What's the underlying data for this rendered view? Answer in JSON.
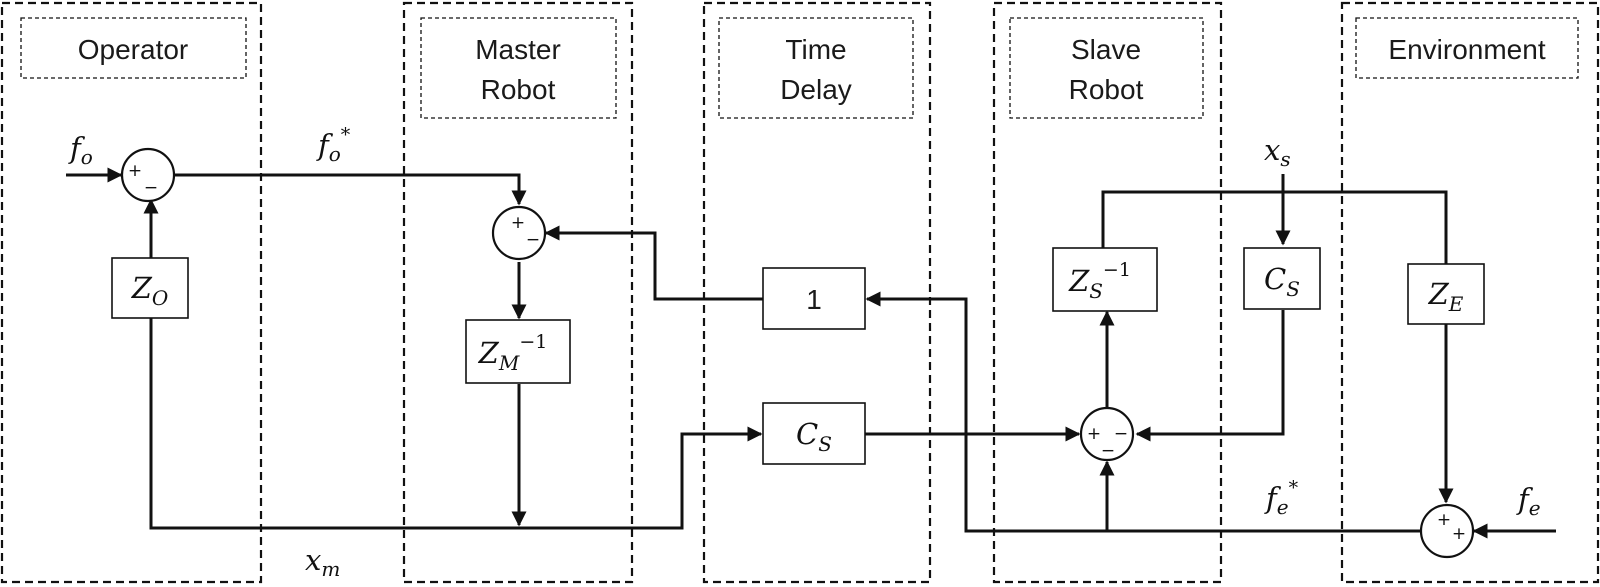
{
  "sections": {
    "operator": "Operator",
    "master": [
      "Master",
      "Robot"
    ],
    "delay": [
      "Time",
      "Delay"
    ],
    "slave": [
      "Slave",
      "Robot"
    ],
    "environment": "Environment"
  },
  "blocks": {
    "zo": {
      "base": "Z",
      "sub": "O"
    },
    "zm_inv": {
      "base": "Z",
      "sub": "M",
      "sup": "−1"
    },
    "unity": "1",
    "cs_delay": {
      "base": "C",
      "sub": "S"
    },
    "zs_inv": {
      "base": "Z",
      "sub": "S",
      "sup": "−1"
    },
    "cs_slave": {
      "base": "C",
      "sub": "S"
    },
    "ze": {
      "base": "Z",
      "sub": "E"
    }
  },
  "signals": {
    "fo": {
      "base": "f",
      "sub": "o"
    },
    "fo_star": {
      "base": "f",
      "sub": "o",
      "sup": "*"
    },
    "xm": {
      "base": "x",
      "sub": "m"
    },
    "xs": {
      "base": "x",
      "sub": "s"
    },
    "fe_star": {
      "base": "f",
      "sub": "e",
      "sup": "*"
    },
    "fe": {
      "base": "f",
      "sub": "e"
    }
  },
  "sums": {
    "operator_sum": {
      "top": "+",
      "bottom": "−"
    },
    "master_sum": {
      "top": "+",
      "right": "−"
    },
    "slave_sum": {
      "left": "+",
      "right": "−",
      "bottom": "−"
    },
    "env_sum": {
      "top": "+",
      "right": "+"
    }
  }
}
